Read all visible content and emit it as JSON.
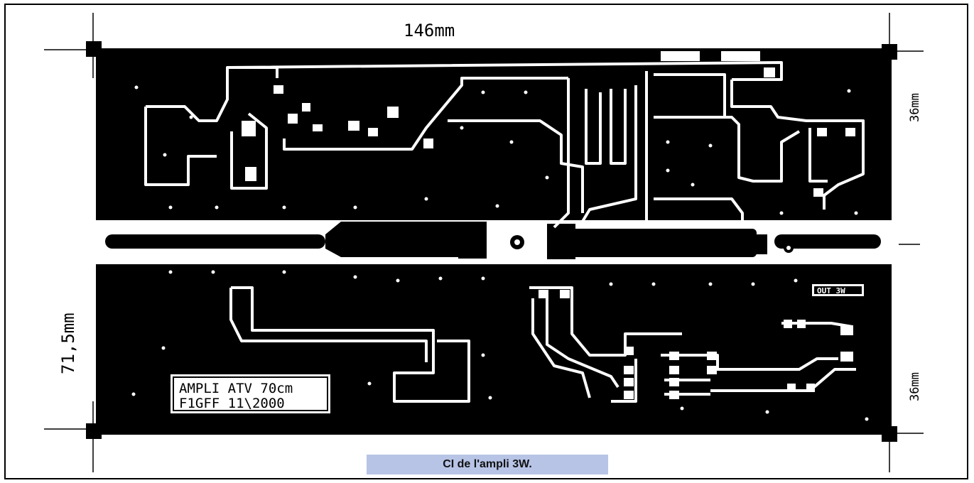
{
  "dimensions": {
    "width_label": "146mm",
    "height_label": "71,5mm",
    "upper_half_label": "36mm",
    "lower_half_label": "36mm"
  },
  "board_text": {
    "line1": "AMPLI ATV 70cm",
    "line2": "F1GFF 11\\2000",
    "output_label": "OUT 3W"
  },
  "caption": "CI de l'ampli 3W.",
  "colors": {
    "copper": "#000000",
    "gap": "#ffffff",
    "caption_bg": "#b7c4e6"
  }
}
